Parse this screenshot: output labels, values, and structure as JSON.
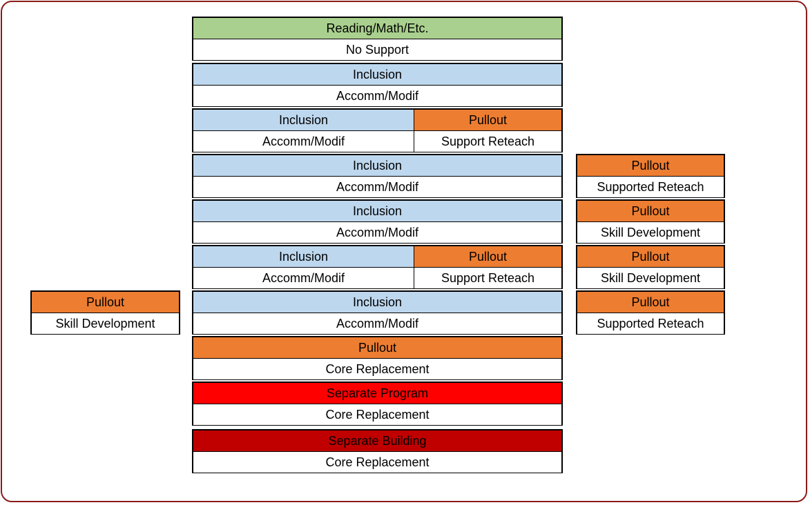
{
  "colors": {
    "frame": "#8b1a1a",
    "green": "#a9d08e",
    "blue": "#bdd7ee",
    "orange": "#ed7d31",
    "red": "#ff0000",
    "dark_red": "#c00000"
  },
  "center": [
    {
      "top": "Reading/Math/Etc.",
      "bottom": "No Support"
    },
    {
      "top": "Inclusion",
      "bottom": "Accomm/Modif"
    },
    {
      "top_left": "Inclusion",
      "top_right": "Pullout",
      "bottom_left": "Accomm/Modif",
      "bottom_right": "Support Reteach"
    },
    {
      "top": "Inclusion",
      "bottom": "Accomm/Modif"
    },
    {
      "top": "Inclusion",
      "bottom": "Accomm/Modif"
    },
    {
      "top_left": "Inclusion",
      "top_right": "Pullout",
      "bottom_left": "Accomm/Modif",
      "bottom_right": "Support Reteach"
    },
    {
      "top": "Inclusion",
      "bottom": "Accomm/Modif"
    },
    {
      "top": "Pullout",
      "bottom": "Core Replacement"
    },
    {
      "top": "Separate Program",
      "bottom": "Core Replacement"
    },
    {
      "top": "Separate Building",
      "bottom": "Core Replacement"
    }
  ],
  "right": [
    {
      "top": "Pullout",
      "bottom": "Supported Reteach"
    },
    {
      "top": "Pullout",
      "bottom": "Skill Development"
    },
    {
      "top": "Pullout",
      "bottom": "Skill Development"
    },
    {
      "top": "Pullout",
      "bottom": "Supported Reteach"
    }
  ],
  "left": [
    {
      "top": "Pullout",
      "bottom": "Skill Development"
    }
  ]
}
